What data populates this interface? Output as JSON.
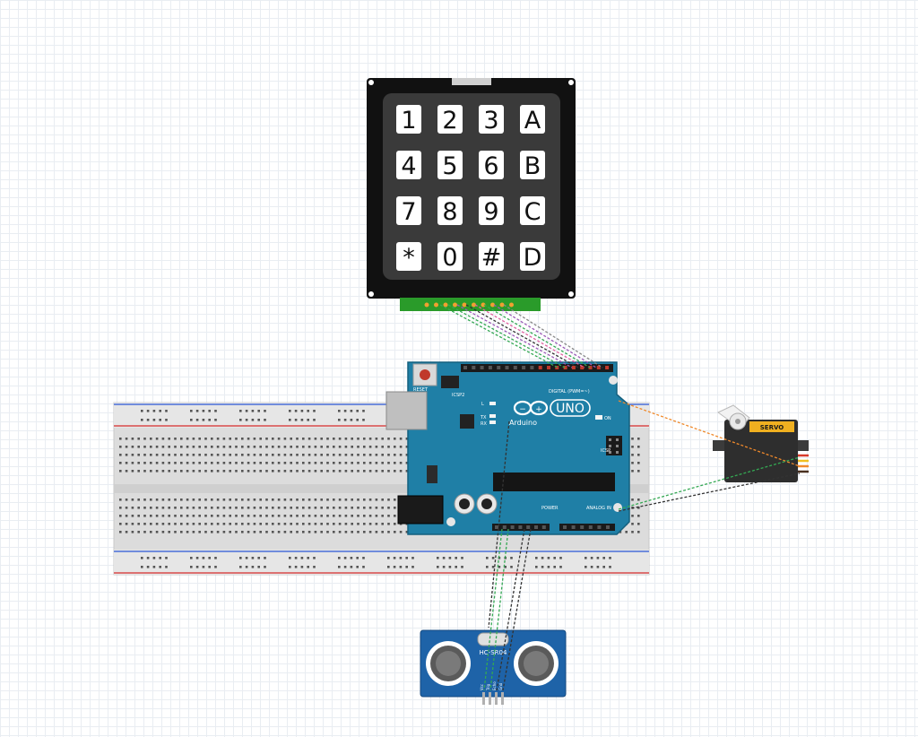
{
  "keypad": {
    "keys": [
      [
        "1",
        "2",
        "3",
        "A"
      ],
      [
        "4",
        "5",
        "6",
        "B"
      ],
      [
        "7",
        "8",
        "9",
        "C"
      ],
      [
        "*",
        "0",
        "#",
        "D"
      ]
    ]
  },
  "arduino": {
    "brand": "Arduino",
    "model": "UNO",
    "reset_label": "RESET",
    "icsp_label": "ICSP2",
    "icsp_right_label": "ICSP",
    "led_on": "ON",
    "led_tx": "TX",
    "led_rx": "RX",
    "led_l": "L",
    "digital_label": "DIGITAL (PWM=~)",
    "power_label": "POWER",
    "analog_label": "ANALOG IN"
  },
  "servo": {
    "brand": "SERVO"
  },
  "sensor": {
    "model": "HC-SR04",
    "pins": [
      "Vcc",
      "Trig",
      "Echo",
      "Gnd"
    ]
  },
  "colors": {
    "arduino_board": "#1f7fa6",
    "keypad_body": "#111111",
    "keypad_connector": "#2a9b2a",
    "servo_body": "#2e2e2e",
    "servo_label": "#f0b020",
    "sensor_board": "#1e63a8",
    "wire_green": "#34a853",
    "wire_orange": "#f08a2b",
    "wire_dark": "#333333",
    "wire_purple": "#9b59b6"
  }
}
